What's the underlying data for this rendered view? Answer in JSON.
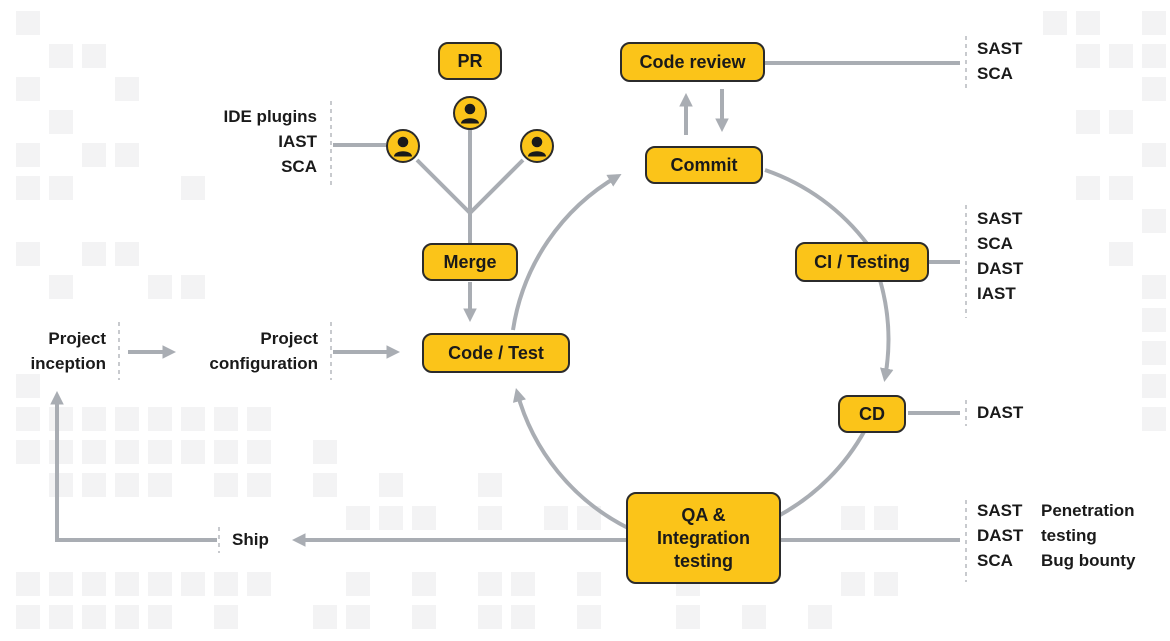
{
  "nodes": {
    "pr": "PR",
    "code_review": "Code review",
    "commit": "Commit",
    "merge": "Merge",
    "code_test": "Code / Test",
    "ci_testing": "CI / Testing",
    "cd": "CD",
    "qa": [
      "QA &",
      "Integration",
      "testing"
    ]
  },
  "labels": {
    "ide_tools": [
      "IDE plugins",
      "IAST",
      "SCA"
    ],
    "code_review_tools": [
      "SAST",
      "SCA"
    ],
    "ci_tools": [
      "SAST",
      "SCA",
      "DAST",
      "IAST"
    ],
    "cd_tools": [
      "DAST"
    ],
    "qa_tools": [
      "SAST",
      "DAST",
      "SCA"
    ],
    "qa_extra": [
      "Penetration",
      "testing",
      "Bug bounty"
    ],
    "project_inception": [
      "Project",
      "inception"
    ],
    "project_configuration": [
      "Project",
      "configuration"
    ],
    "ship": "Ship"
  },
  "colors": {
    "accent": "#fbc419",
    "outline": "#2b2b2b",
    "connector": "#a9adb3",
    "background_squares": "#f3f3f4"
  },
  "icons": [
    "person-icon",
    "person-icon",
    "person-icon"
  ]
}
